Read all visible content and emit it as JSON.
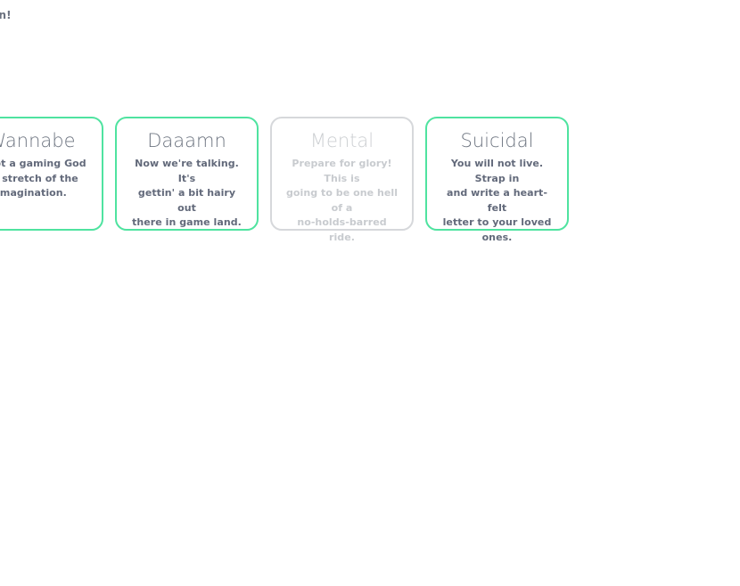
{
  "page": {
    "background_color": "#ffffff",
    "headline_fragment": "it's been!"
  },
  "theme": {
    "accent_green": "#4fe3a0",
    "disabled_border": "#d6d8db",
    "title_color": "#6e7581",
    "body_color": "#62697a",
    "disabled_title_color": "#cccfd2",
    "disabled_body_color": "#c8cbcf"
  },
  "difficulty_selector": {
    "cards": [
      {
        "title": "Wannabe",
        "description": "e not a gaming God ny stretch of the imagination.",
        "description_lines": [
          "e not a gaming God",
          "ny stretch of the",
          "imagination."
        ],
        "state": "enabled",
        "clipped": "left"
      },
      {
        "title": "Daaamn",
        "description": "Now we're talking. It's gettin' a bit hairy out there in game land.",
        "description_lines": [
          "Now we're talking. It's",
          "gettin' a bit hairy out",
          "there in game land."
        ],
        "state": "enabled",
        "clipped": "none"
      },
      {
        "title": "Mental",
        "description": "Prepare for glory! This is going to be one hell of a no-holds-barred ride.",
        "description_lines": [
          "Prepare for glory! This is",
          "going to be one hell of a",
          "no-holds-barred ride."
        ],
        "state": "disabled",
        "clipped": "none"
      },
      {
        "title": "Suicidal",
        "description": "You will not live. Strap in and write a heart-felt letter to your loved ones.",
        "description_lines": [
          "You will not live. Strap in",
          "and write a heart-felt",
          "letter to your loved ones."
        ],
        "state": "enabled",
        "clipped": "none"
      }
    ]
  }
}
